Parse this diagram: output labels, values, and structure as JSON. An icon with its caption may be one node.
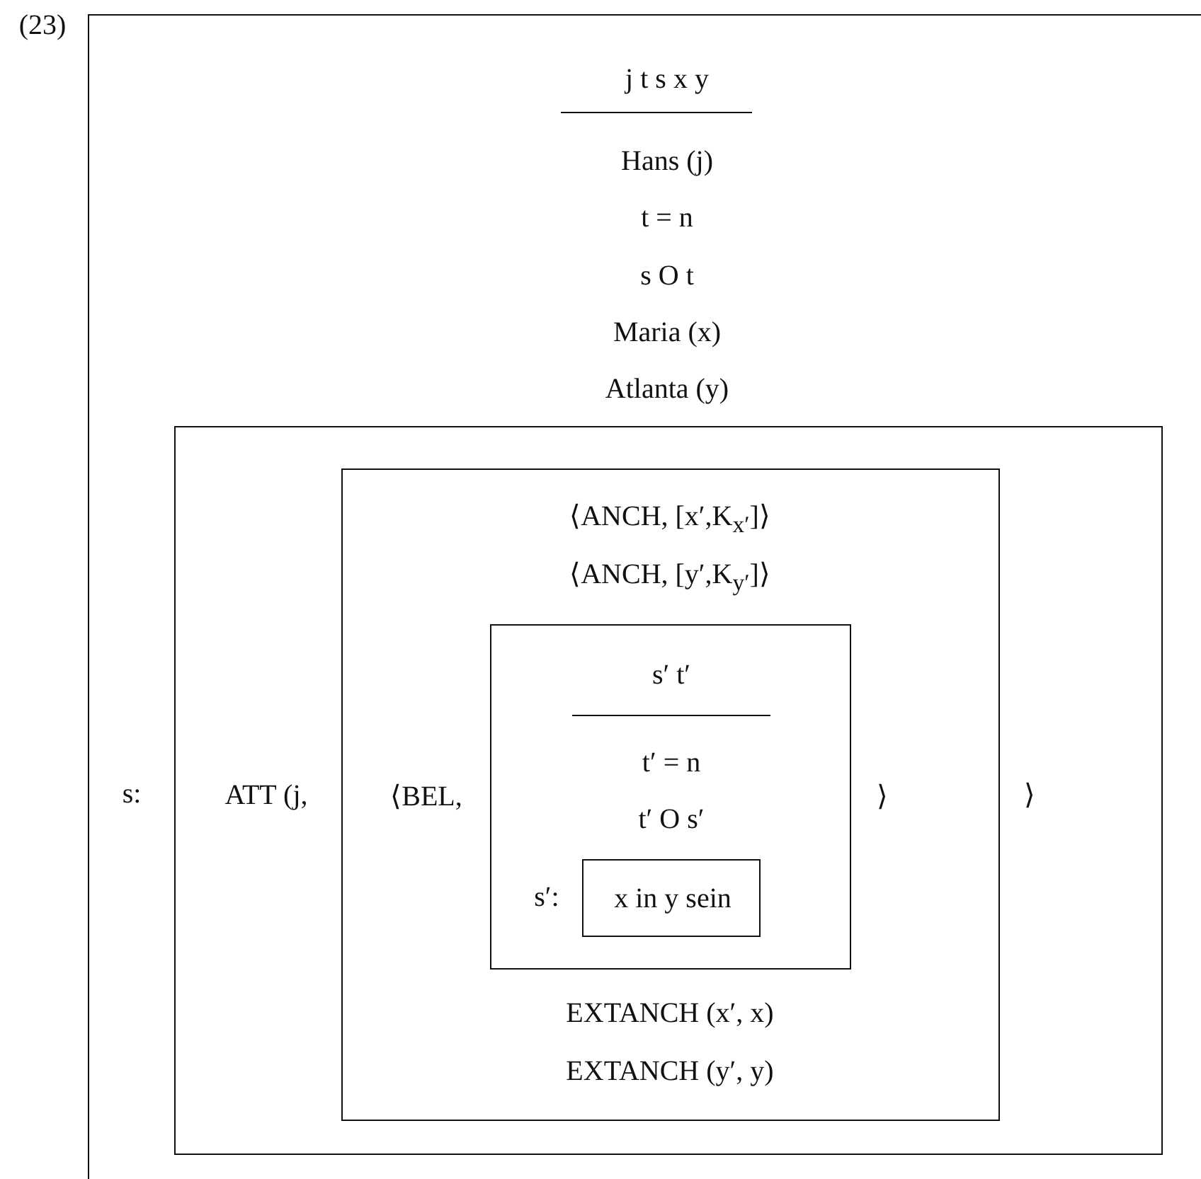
{
  "diagram": {
    "nodes": [
      {
        "text": [
          "j t s x y",
          "Hans (j)",
          "t = n",
          "s O t",
          "Maria (x)",
          "Atlanta (y)"
        ]
      },
      {
        "text": [
          "ATT (j,",
          "⟩"
        ],
        "beside": [
          "s:"
        ],
        "in": 0
      },
      {
        "text": [
          "⟨ANCH, [x′,K$_{x′}$]⟩",
          "⟨ANCH, [y′,K$_{y′}$]⟩",
          "⟨BEL,",
          "⟩",
          "EXTANCH (x′, x)",
          "EXTANCH (y′, y)"
        ],
        "in": 1
      },
      {
        "text": [
          "s′ t′",
          "t′ = n",
          "t′ O s′"
        ],
        "in": 2
      },
      {
        "text": [
          "x in y sein"
        ],
        "beside": [
          "s′:"
        ],
        "in": 3
      }
    ],
    "labels": [
      "(23)"
    ]
  }
}
